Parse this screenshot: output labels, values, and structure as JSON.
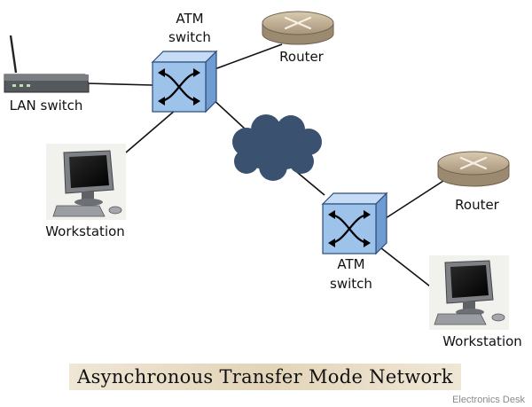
{
  "diagram": {
    "title": "Asynchronous Transfer Mode Network",
    "watermark": "Electronics Desk",
    "nodes": {
      "atm_switch_1": {
        "label_line1": "ATM",
        "label_line2": "switch"
      },
      "atm_switch_2": {
        "label_line1": "ATM",
        "label_line2": "switch"
      },
      "router_1": {
        "label": "Router"
      },
      "router_2": {
        "label": "Router"
      },
      "lan_switch": {
        "label": "LAN switch"
      },
      "workstation_1": {
        "label": "Workstation"
      },
      "workstation_2": {
        "label": "Workstation"
      },
      "cloud": {
        "label": ""
      }
    },
    "colors": {
      "cube_front": "#9ec3ea",
      "cube_top": "#c6dcf4",
      "cube_side": "#6f9bd1",
      "cloud": "#3a5270",
      "router_body": "#c8b79a",
      "title_band": "#e7dcc6"
    }
  }
}
